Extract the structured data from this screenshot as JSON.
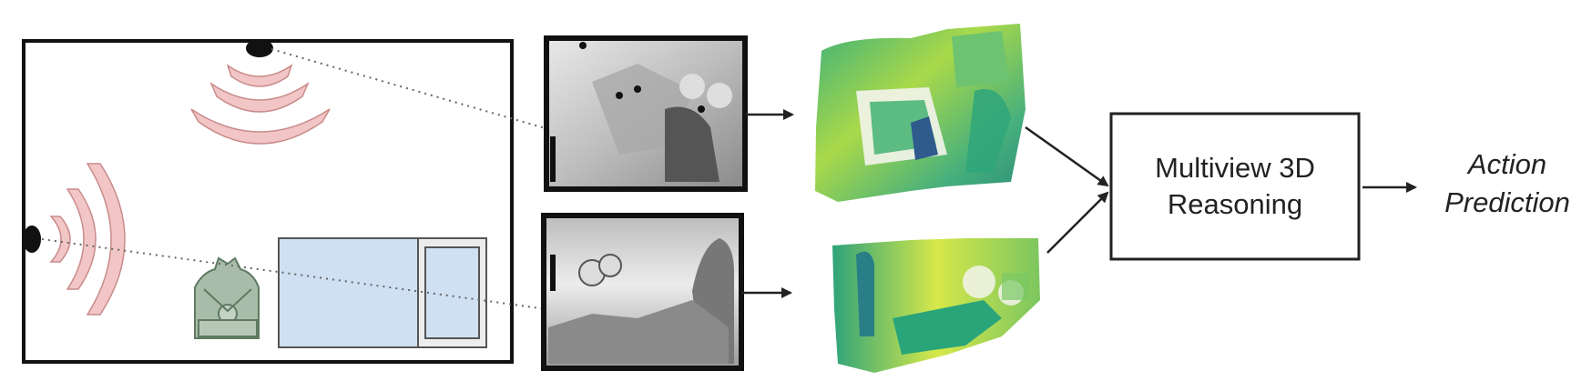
{
  "figure": {
    "process_label": [
      "Multiview 3D",
      "Reasoning"
    ],
    "output_label": [
      "Action",
      "Prediction"
    ]
  },
  "colors": {
    "sensor_wave": "#f2c6c6",
    "sensor_wave_stroke": "#c98b8b",
    "bed_fill": "#cfe0f3",
    "figure_person": "#8fa893",
    "pointcloud_low": "#2e5a8c",
    "pointcloud_mid": "#2aa57a",
    "pointcloud_high": "#e6ef3a"
  },
  "icons": [
    "depth-sensor-icon",
    "signal-waves-icon",
    "person-in-chair-icon",
    "arrow-icon"
  ]
}
